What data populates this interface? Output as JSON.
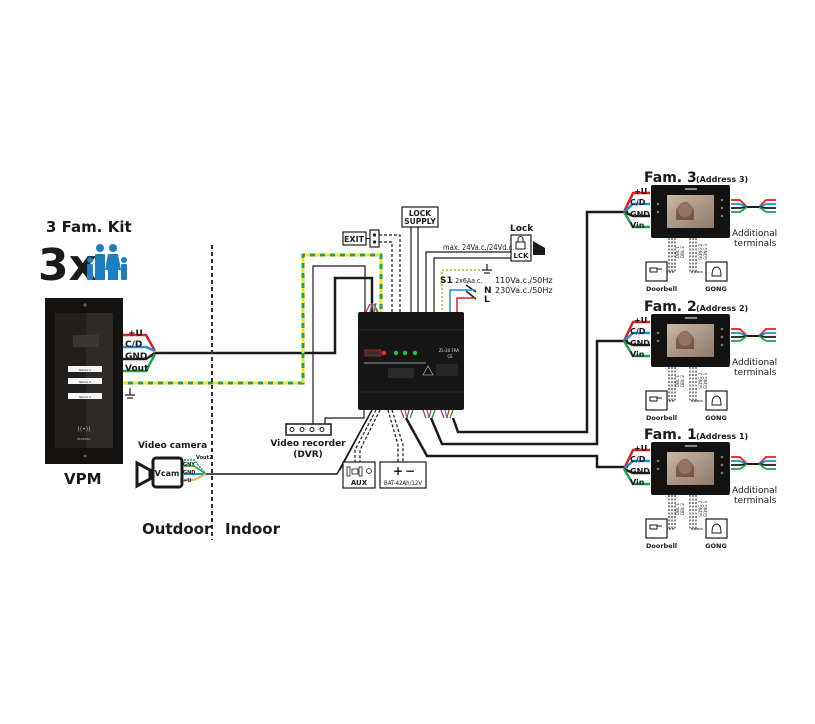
{
  "kit": {
    "title": "3 Fam. Kit",
    "multiplier": "3x",
    "family_icon_color": "#1b7fc0"
  },
  "vpm": {
    "label": "VPM",
    "name_tags": [
      "Name 1",
      "Name 2",
      "Name 3"
    ],
    "rfid_symbol": "((•))",
    "brand": "ELEKTRA",
    "terminals": [
      "+U",
      "C/D",
      "GND",
      "Vout"
    ]
  },
  "camera": {
    "title": "Video camera",
    "label": "Vcam",
    "terminals": [
      "Vout2",
      "GNY",
      "GND",
      "+U"
    ]
  },
  "zones": {
    "outdoor": "Outdoor",
    "indoor": "Indoor"
  },
  "exit": {
    "label": "EXIT"
  },
  "lock_supply": {
    "label_line1": "LOCK",
    "label_line2": "SUPPLY"
  },
  "lock": {
    "title": "Lock",
    "terminal": "LCK",
    "rating": "max. 24Va.c./24Vd.c."
  },
  "mains": {
    "switch_label": "S1",
    "switch_rating": ": 2x6Aa.c.",
    "voltage_1": "110Va.c./50Hz",
    "voltage_2": "230Va.c./50Hz",
    "neutral": "N",
    "line": "L"
  },
  "module": {
    "model": "ZL-20 FRA",
    "ce_mark": "CE"
  },
  "dvr": {
    "label_line1": "Video recorder",
    "label_line2": "(DVR)"
  },
  "aux": {
    "label": "AUX"
  },
  "battery": {
    "plus": "+",
    "minus": "−",
    "label": "BAT-42Ah/12V"
  },
  "monitors": [
    {
      "family": "Fam. 3",
      "address": "(Address 3)",
      "terminals": [
        "+U",
        "C/D",
        "GND",
        "Vin"
      ],
      "doorbell": "Doorbell",
      "gong": "GONG",
      "dbl_labels": [
        "DBL 1",
        "DBL 2"
      ],
      "gong_labels": [
        "GONG 2",
        "GONG 1"
      ],
      "additional": [
        "Additional",
        "terminals"
      ]
    },
    {
      "family": "Fam. 2",
      "address": "(Address 2)",
      "terminals": [
        "+U",
        "C/D",
        "GND",
        "Vin"
      ],
      "doorbell": "Doorbell",
      "gong": "GONG",
      "dbl_labels": [
        "DBL 1",
        "DBL 2"
      ],
      "gong_labels": [
        "GONG 2",
        "GONG 1"
      ],
      "additional": [
        "Additional",
        "terminals"
      ]
    },
    {
      "family": "Fam. 1",
      "address": "(Address 1)",
      "terminals": [
        "+U",
        "C/D",
        "GND",
        "Vin"
      ],
      "doorbell": "Doorbell",
      "gong": "GONG",
      "dbl_labels": [
        "DBL 1",
        "DBL 2"
      ],
      "gong_labels": [
        "GONG 2",
        "GONG 1"
      ],
      "additional": [
        "Additional",
        "terminals"
      ]
    }
  ],
  "wire_colors": {
    "plus_u": "#e0201c",
    "cd": "#1c8fd8",
    "gnd": "#1a1a1a",
    "video": "#1ea24a",
    "earth_green": "#1ea24a",
    "earth_yellow": "#f2e21a",
    "cam_yellow": "#e8b84a"
  }
}
